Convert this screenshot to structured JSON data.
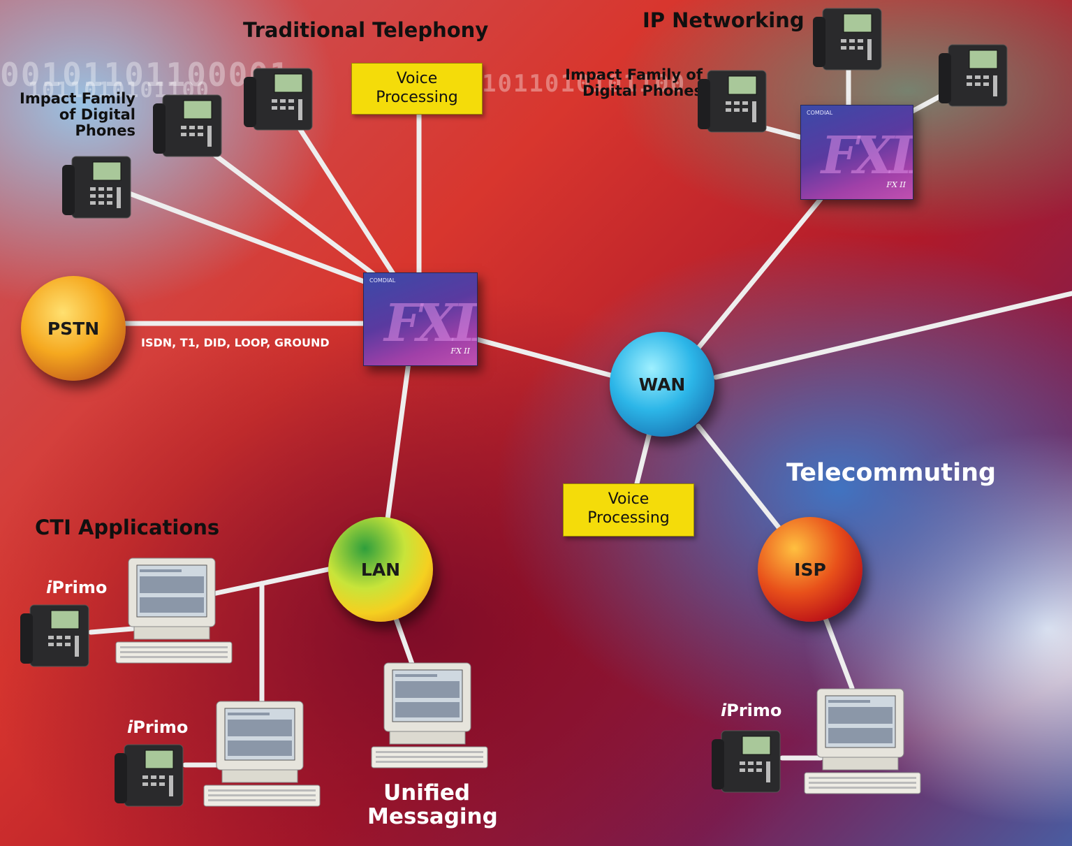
{
  "headings": {
    "traditional_telephony": "Traditional Telephony",
    "ip_networking": "IP Networking",
    "cti_applications": "CTI Applications",
    "telecommuting": "Telecommuting",
    "unified_messaging_line1": "Unified",
    "unified_messaging_line2": "Messaging"
  },
  "phones_labels": {
    "left_line1": "Impact Family",
    "left_line2": "of Digital",
    "left_line3": "Phones",
    "right_line1": "Impact Family of",
    "right_line2": "Digital Phones"
  },
  "voice_processing": {
    "top_line1": "Voice",
    "top_line2": "Processing",
    "bottom_line1": "Voice",
    "bottom_line2": "Processing"
  },
  "nodes": {
    "pstn": "PSTN",
    "wan": "WAN",
    "lan": "LAN",
    "isp": "ISP"
  },
  "link_labels": {
    "pstn_link": "ISDN, T1, DID, LOOP, GROUND"
  },
  "iprimo": {
    "prefix": "i",
    "name": "Primo"
  },
  "fx_unit": {
    "mark": "FXII",
    "tag": "FX II",
    "brand": "COMDIAL"
  },
  "background_binary": {
    "row1": "00101101100001",
    "row2": "1011010101100"
  },
  "colors": {
    "voice_box": "#f4dc0a",
    "wire": "#f0f0f0"
  }
}
